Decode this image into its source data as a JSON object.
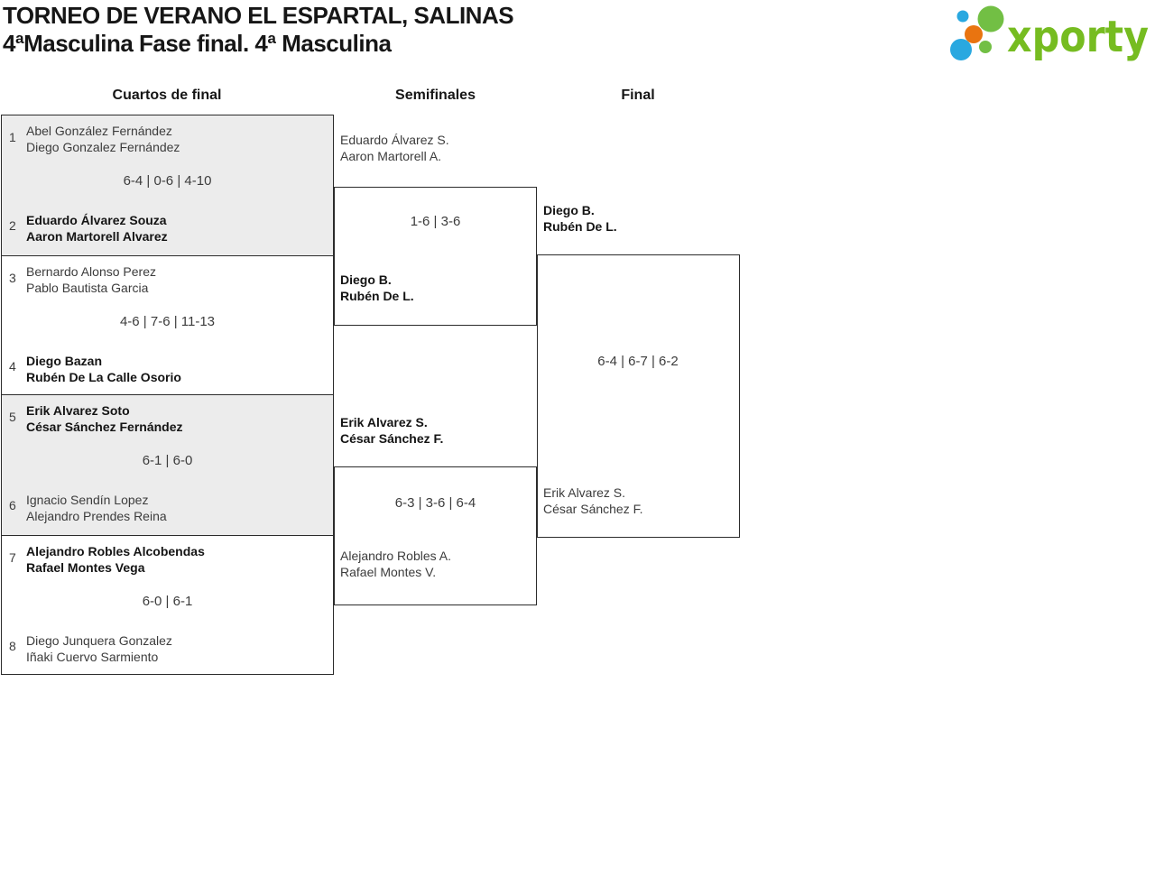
{
  "header": {
    "title_line1": "TORNEO DE VERANO EL ESPARTAL, SALINAS",
    "title_line2": "4ªMasculina Fase final. 4ª Masculina",
    "logo_text": "xporty"
  },
  "columns": {
    "quarterfinals": "Cuartos de final",
    "semifinals": "Semifinales",
    "final": "Final"
  },
  "colors": {
    "logo_green": "#76bc21",
    "dot_green": "#72bf44",
    "dot_blue": "#29a8e0",
    "dot_orange": "#e97410",
    "border": "#2b2b2b",
    "match_bg_gray": "#ececec",
    "text_normal": "#3c3c3c",
    "text_winner": "#141414"
  },
  "bracket": {
    "quarterfinals": [
      {
        "seed1": "1",
        "team1": [
          "Abel González Fernández",
          "Diego Gonzalez Fernández"
        ],
        "score": "6-4 | 0-6 | 4-10",
        "seed2": "2",
        "team2": [
          "Eduardo Álvarez Souza",
          "Aaron Martorell Alvarez"
        ],
        "winner": "team2"
      },
      {
        "seed1": "3",
        "team1": [
          "Bernardo Alonso Perez",
          "Pablo Bautista Garcia"
        ],
        "score": "4-6 | 7-6 | 11-13",
        "seed2": "4",
        "team2": [
          "Diego Bazan",
          "Rubén De La Calle Osorio"
        ],
        "winner": "team2"
      },
      {
        "seed1": "5",
        "team1": [
          "Erik Alvarez Soto",
          "César Sánchez Fernández"
        ],
        "score": "6-1 | 6-0",
        "seed2": "6",
        "team2": [
          "Ignacio Sendín Lopez",
          "Alejandro Prendes Reina"
        ],
        "winner": "team1"
      },
      {
        "seed1": "7",
        "team1": [
          "Alejandro Robles Alcobendas",
          "Rafael Montes Vega"
        ],
        "score": "6-0 | 6-1",
        "seed2": "8",
        "team2": [
          "Diego Junquera Gonzalez",
          "Iñaki Cuervo Sarmiento"
        ],
        "winner": "team1"
      }
    ],
    "semifinals": [
      {
        "team1": [
          "Eduardo Álvarez S.",
          "Aaron Martorell A."
        ],
        "score": "1-6 | 3-6",
        "team2": [
          "Diego B.",
          "Rubén De L."
        ],
        "winner": "team2"
      },
      {
        "team1": [
          "Erik Alvarez S.",
          "César Sánchez F."
        ],
        "score": "6-3 | 3-6 | 6-4",
        "team2": [
          "Alejandro Robles A.",
          "Rafael Montes V."
        ],
        "winner": "team1"
      }
    ],
    "final": {
      "team1": [
        "Diego B.",
        "Rubén De L."
      ],
      "score": "6-4 | 6-7 | 6-2",
      "team2": [
        "Erik Alvarez S.",
        "César Sánchez F."
      ],
      "winner": "team1"
    }
  }
}
